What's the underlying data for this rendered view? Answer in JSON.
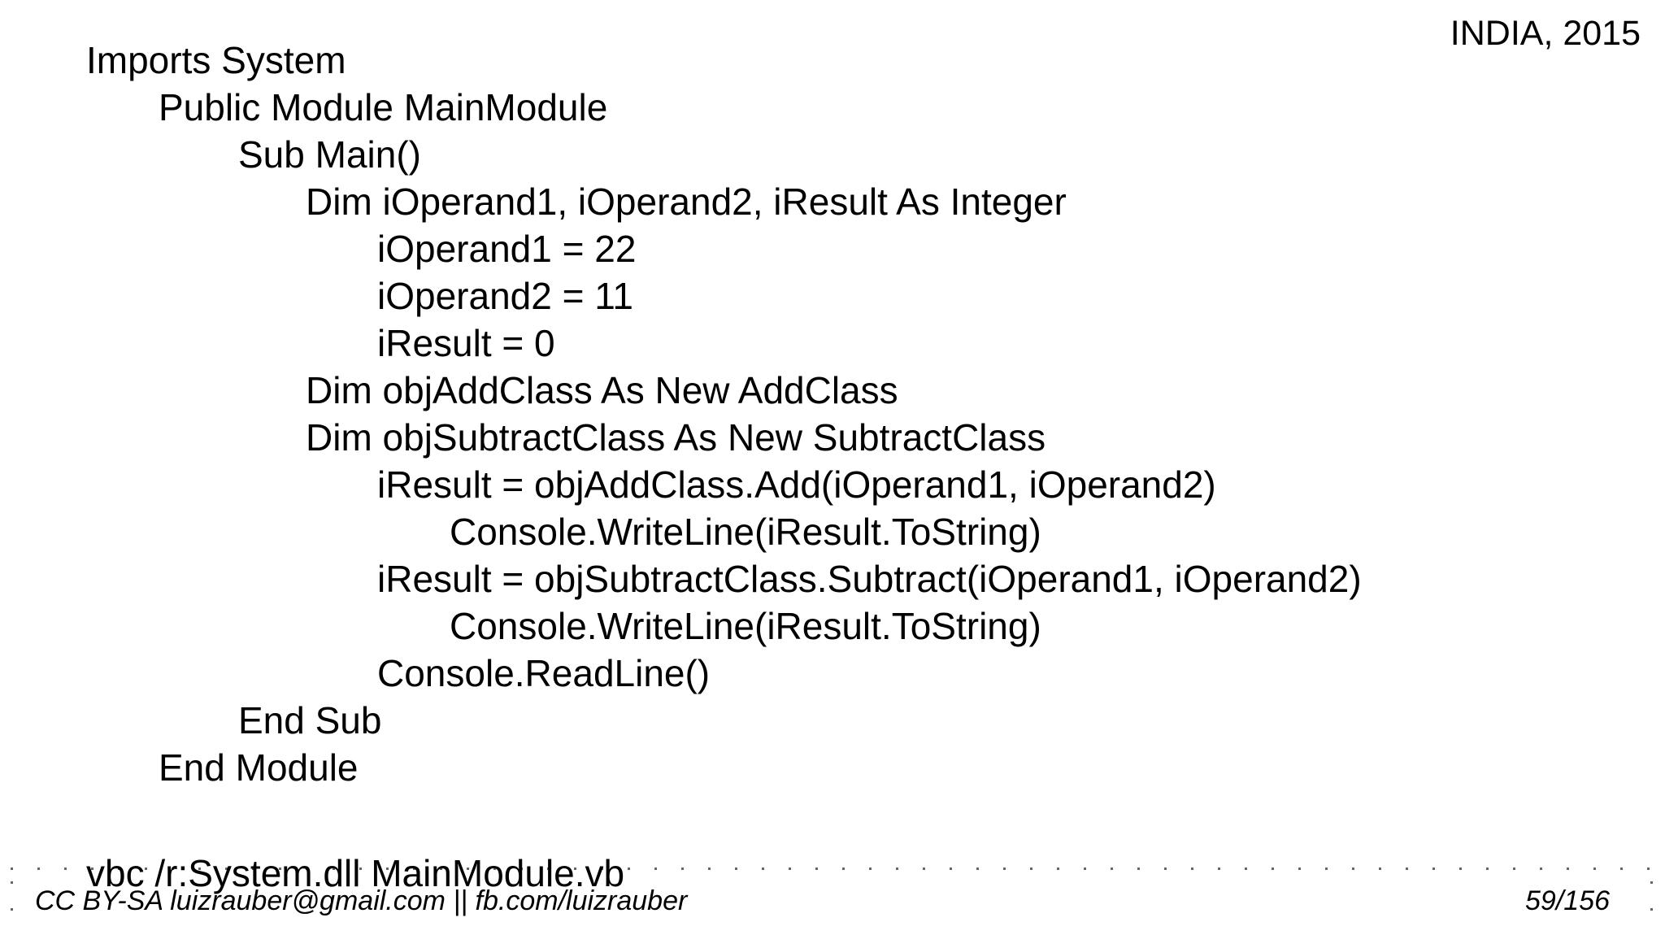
{
  "header": {
    "location_year": "INDIA, 2015"
  },
  "code": {
    "language": "vb.net",
    "lines": [
      {
        "indent": 0,
        "text": "Imports System"
      },
      {
        "indent": 1,
        "text": "Public Module MainModule"
      },
      {
        "indent": 2,
        "text": "Sub Main()"
      },
      {
        "indent": 3,
        "text": "Dim iOperand1, iOperand2, iResult As Integer"
      },
      {
        "indent": 4,
        "text": "iOperand1 = 22"
      },
      {
        "indent": 4,
        "text": "iOperand2 = 11"
      },
      {
        "indent": 4,
        "text": "iResult = 0"
      },
      {
        "indent": 3,
        "text": "Dim objAddClass As New AddClass"
      },
      {
        "indent": 3,
        "text": "Dim objSubtractClass As New SubtractClass"
      },
      {
        "indent": 4,
        "text": "iResult = objAddClass.Add(iOperand1, iOperand2)"
      },
      {
        "indent": 5,
        "text": "Console.WriteLine(iResult.ToString)"
      },
      {
        "indent": 4,
        "text": "iResult = objSubtractClass.Subtract(iOperand1, iOperand2)"
      },
      {
        "indent": 5,
        "text": "Console.WriteLine(iResult.ToString)"
      },
      {
        "indent": 4,
        "text": "Console.ReadLine()"
      },
      {
        "indent": 2,
        "text": "End Sub"
      },
      {
        "indent": 1,
        "text": "End Module"
      }
    ],
    "compile_command": "vbc /r:System.dll MainModule.vb"
  },
  "footer": {
    "license": "CC BY-SA luizrauber@gmail.com || fb.com/luizrauber",
    "page_number": "59/156"
  },
  "colors": {
    "text": "#000000",
    "background": "#ffffff",
    "dotted_border": "#666666"
  }
}
